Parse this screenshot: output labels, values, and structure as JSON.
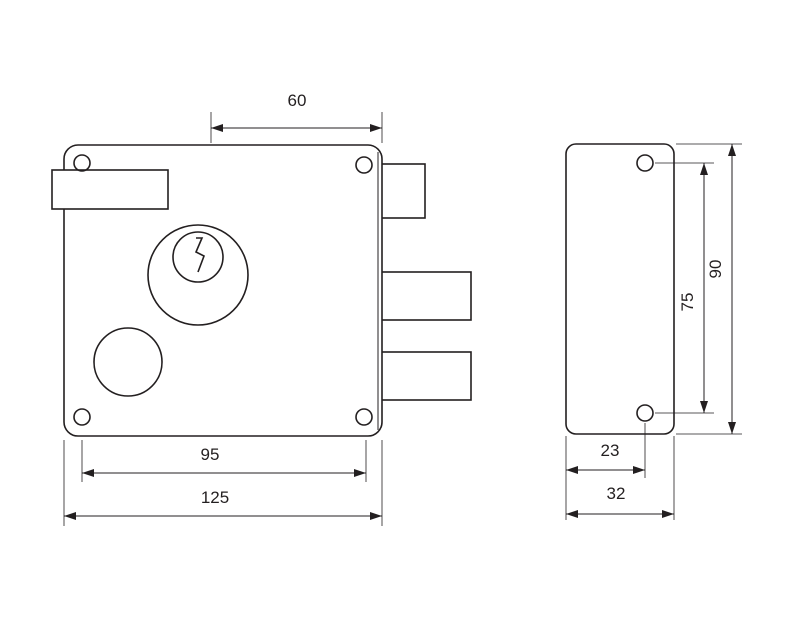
{
  "dimensions": {
    "top_width": "60",
    "inner_width": "95",
    "overall_width": "125",
    "side_inner_width": "23",
    "side_overall_width": "32",
    "side_inner_height": "75",
    "side_overall_height": "90"
  },
  "colors": {
    "line": "#231f20",
    "background": "#ffffff"
  }
}
